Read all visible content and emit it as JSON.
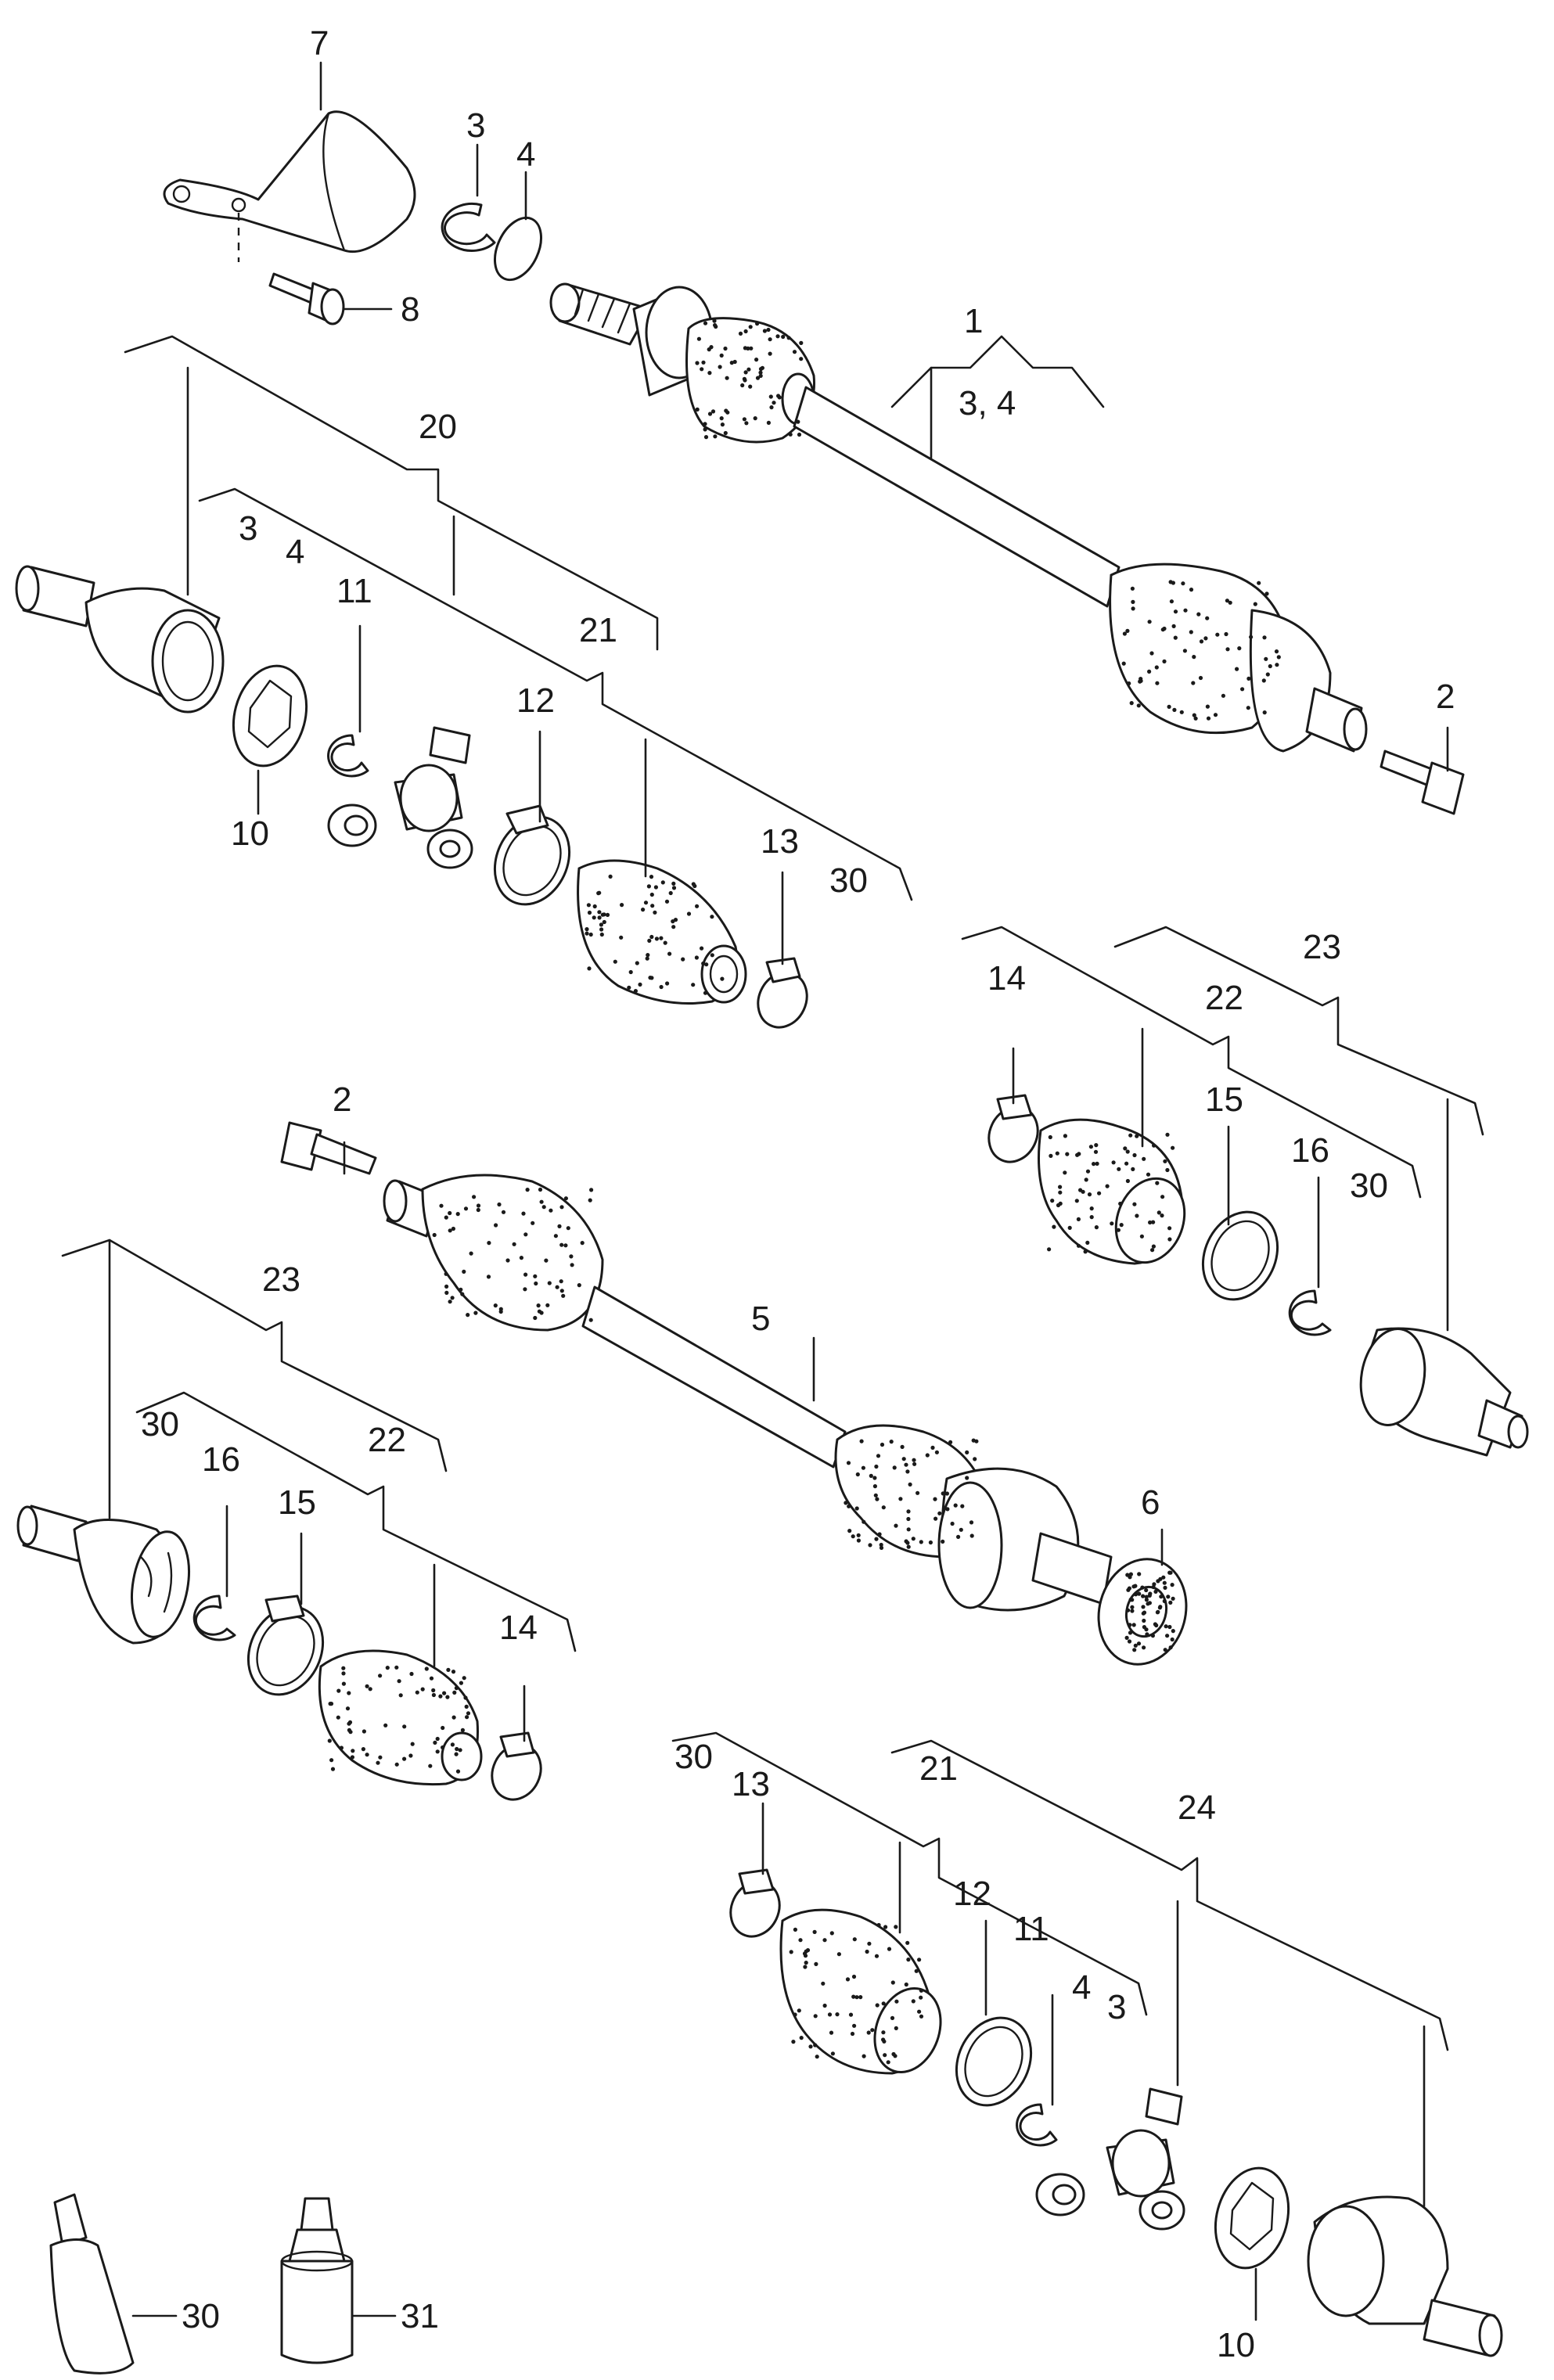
{
  "labels": {
    "l1": "1",
    "l34": "3, 4",
    "l2a": "2",
    "l2b": "2",
    "l3": "3",
    "l4": "4",
    "l7": "7",
    "l8": "8",
    "l20": "20",
    "l3b": "3",
    "l4b": "4",
    "l11": "11",
    "l21": "21",
    "l10": "10",
    "l12": "12",
    "l13": "13",
    "l30a": "30",
    "l23a": "23",
    "l22a": "22",
    "l14a": "14",
    "l15a": "15",
    "l16a": "16",
    "l30b": "30",
    "l5": "5",
    "l6": "6",
    "l23b": "23",
    "l30c": "30",
    "l16b": "16",
    "l15b": "15",
    "l22b": "22",
    "l14b": "14",
    "l30d": "30",
    "l13b": "13",
    "l21b": "21",
    "l12b": "12",
    "l11b": "11",
    "l4c": "4",
    "l3c": "3",
    "l24": "24",
    "l10b": "10",
    "l30e": "30",
    "l31": "31"
  }
}
